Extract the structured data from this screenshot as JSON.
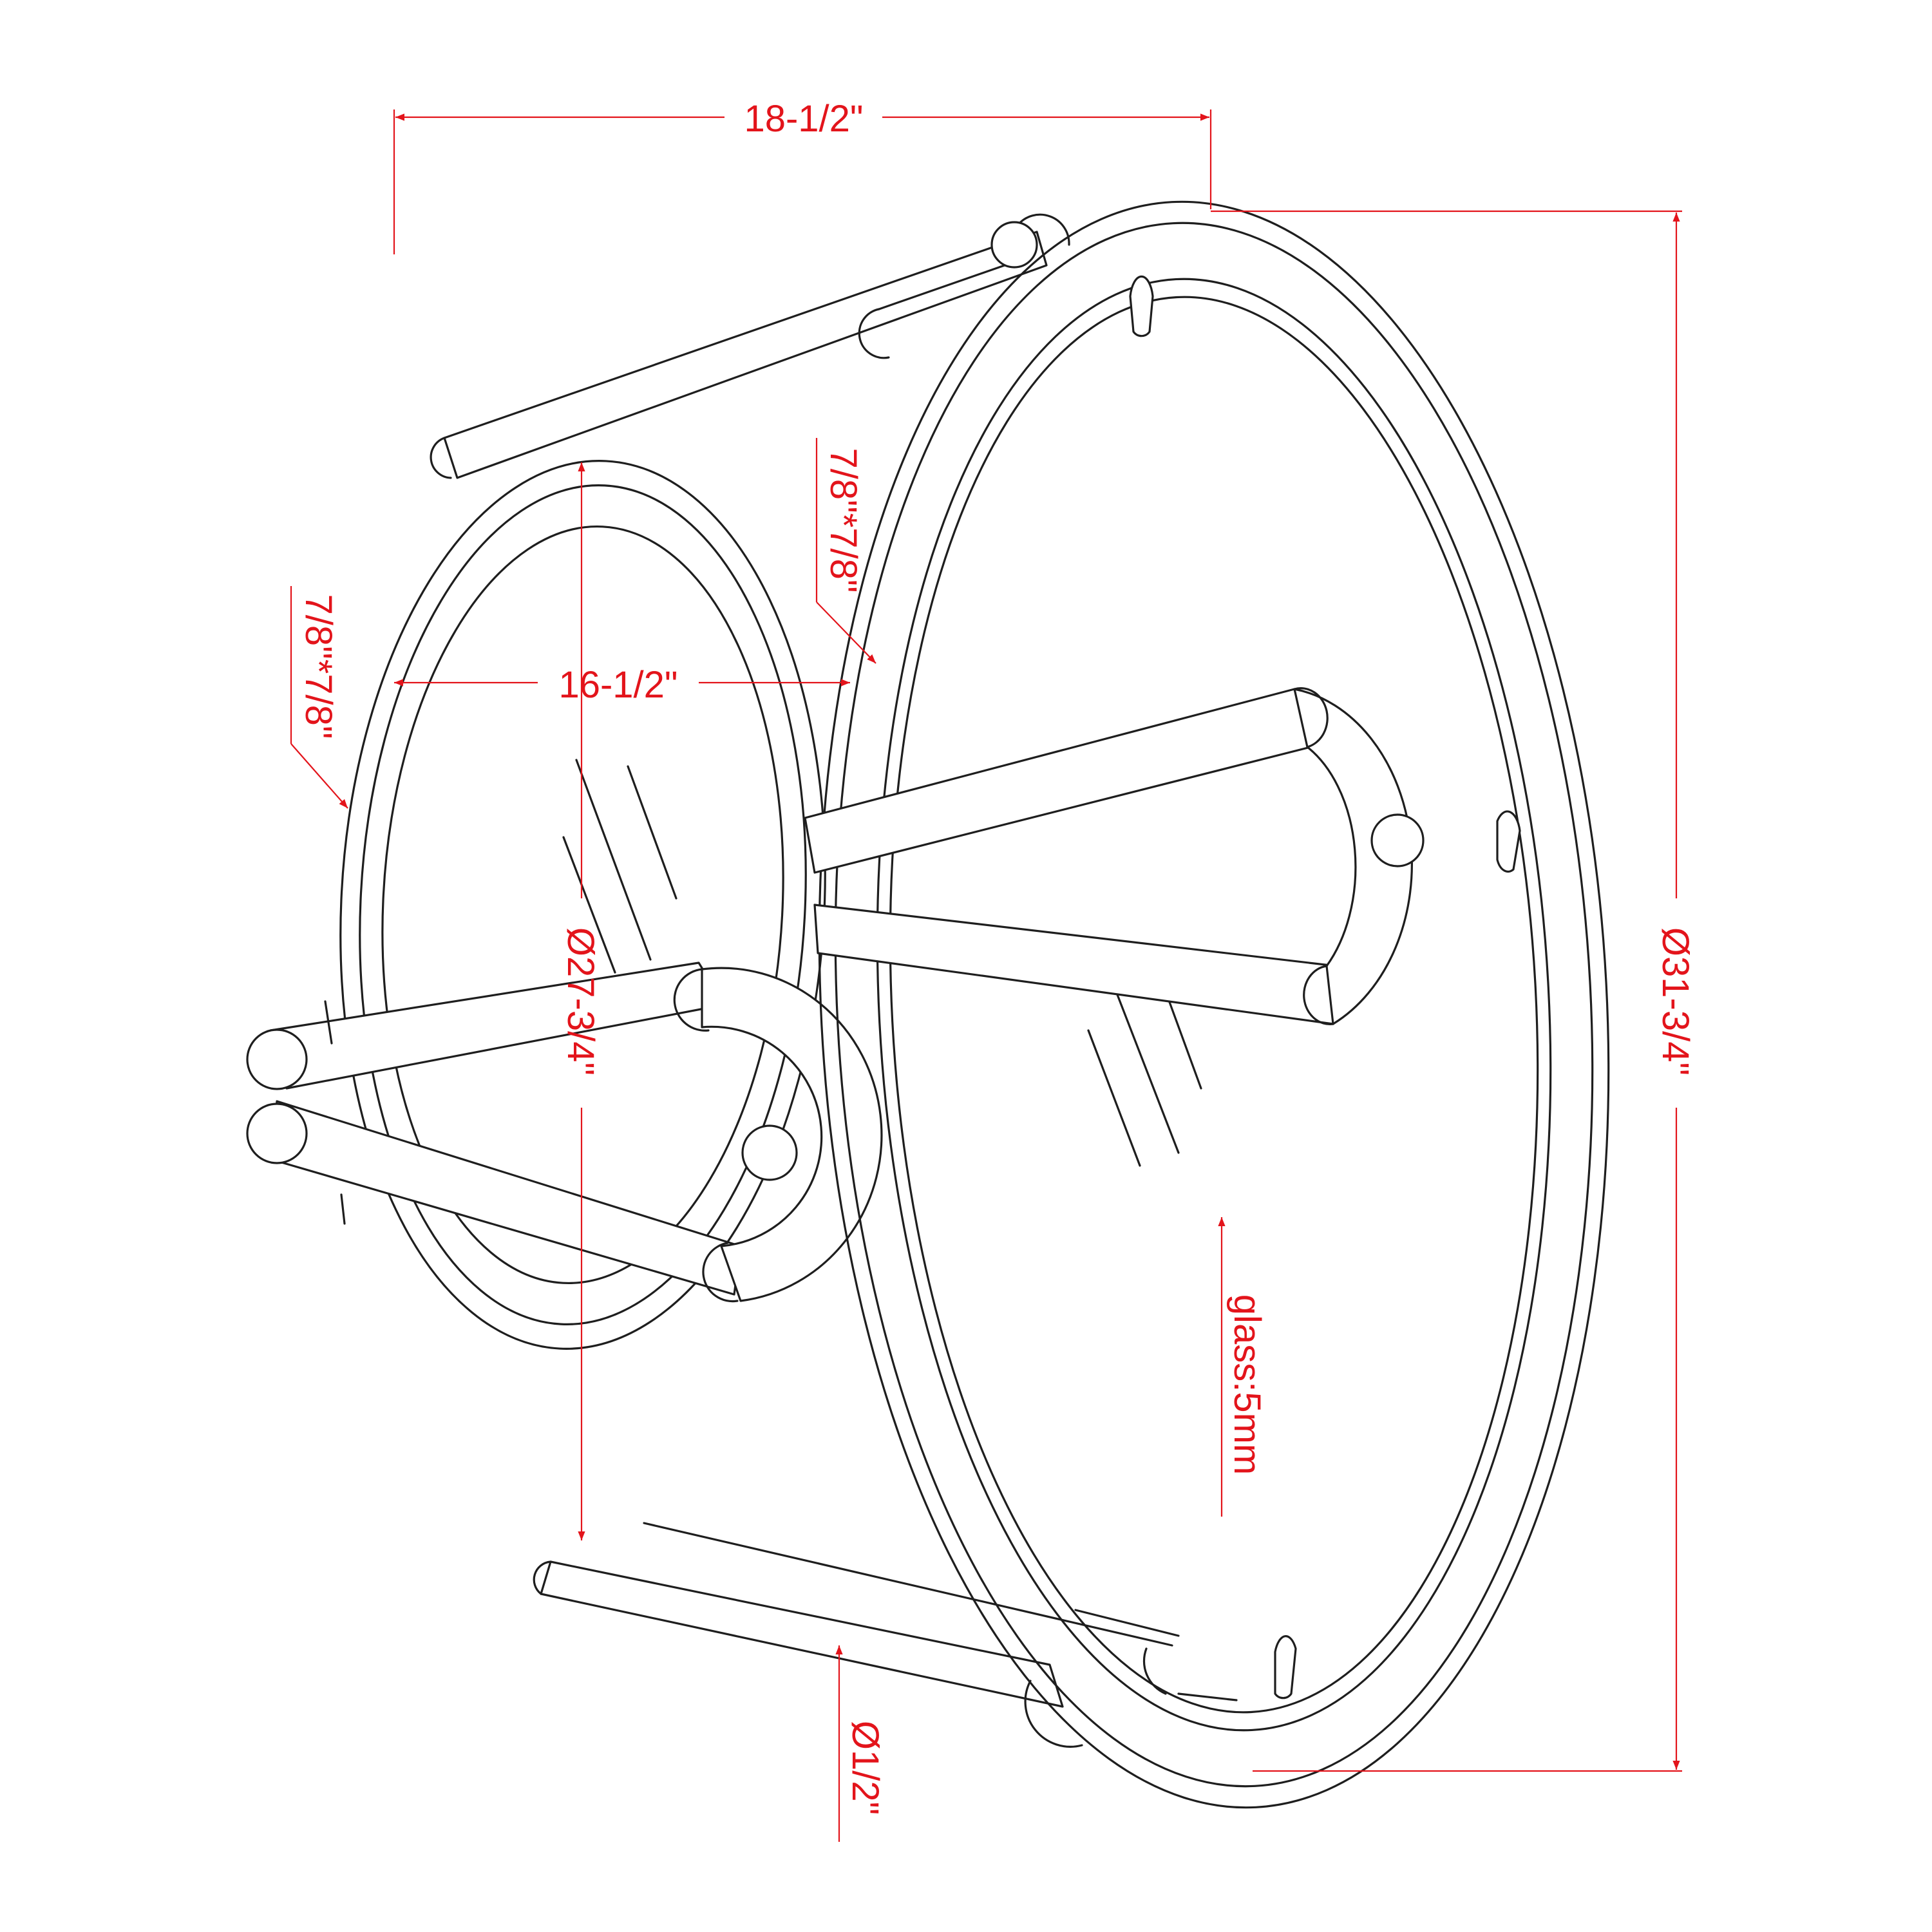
{
  "colors": {
    "line": "#1e1e1e",
    "dimension": "#e3141b",
    "background": "#ffffff"
  },
  "dimensions": {
    "top_width": "18-1/2\"",
    "inner_span": "16-1/2\"",
    "tube_size_left": "7/8\"*7/8\"",
    "tube_size_center": "7/8\"*7/8\"",
    "bottom_ring_diameter": "Ø27-3/4\"",
    "top_ring_diameter": "Ø31-3/4\"",
    "glass_thickness": "glass:5mm",
    "rod_diameter": "Ø1/2\""
  }
}
